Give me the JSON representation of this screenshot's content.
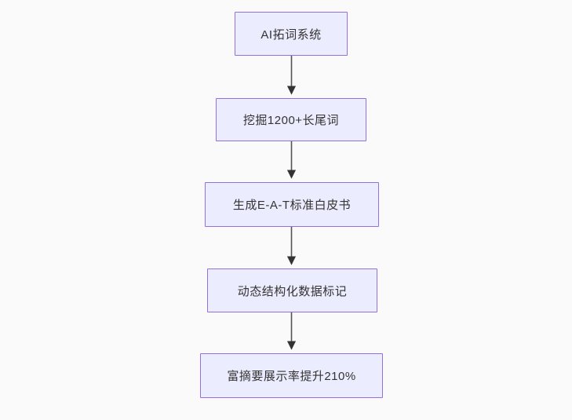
{
  "canvas": {
    "background_color": "#fafafa"
  },
  "flowchart": {
    "type": "vertical-flowchart",
    "direction": "top-down",
    "style": {
      "node_fill": "#ececff",
      "node_border": "#9370db",
      "node_text_color": "#333333",
      "edge_line_color": "#555555",
      "edge_arrowhead_color": "#333333"
    },
    "nodes": [
      {
        "id": "node-1",
        "label": "AI拓词系统"
      },
      {
        "id": "node-2",
        "label": "挖掘1200+长尾词"
      },
      {
        "id": "node-3",
        "label": "生成E-A-T标准白皮书"
      },
      {
        "id": "node-4",
        "label": "动态结构化数据标记"
      },
      {
        "id": "node-5",
        "label": "富摘要展示率提升210%"
      }
    ],
    "edges": [
      {
        "from": "node-1",
        "to": "node-2"
      },
      {
        "from": "node-2",
        "to": "node-3"
      },
      {
        "from": "node-3",
        "to": "node-4"
      },
      {
        "from": "node-4",
        "to": "node-5"
      }
    ]
  }
}
